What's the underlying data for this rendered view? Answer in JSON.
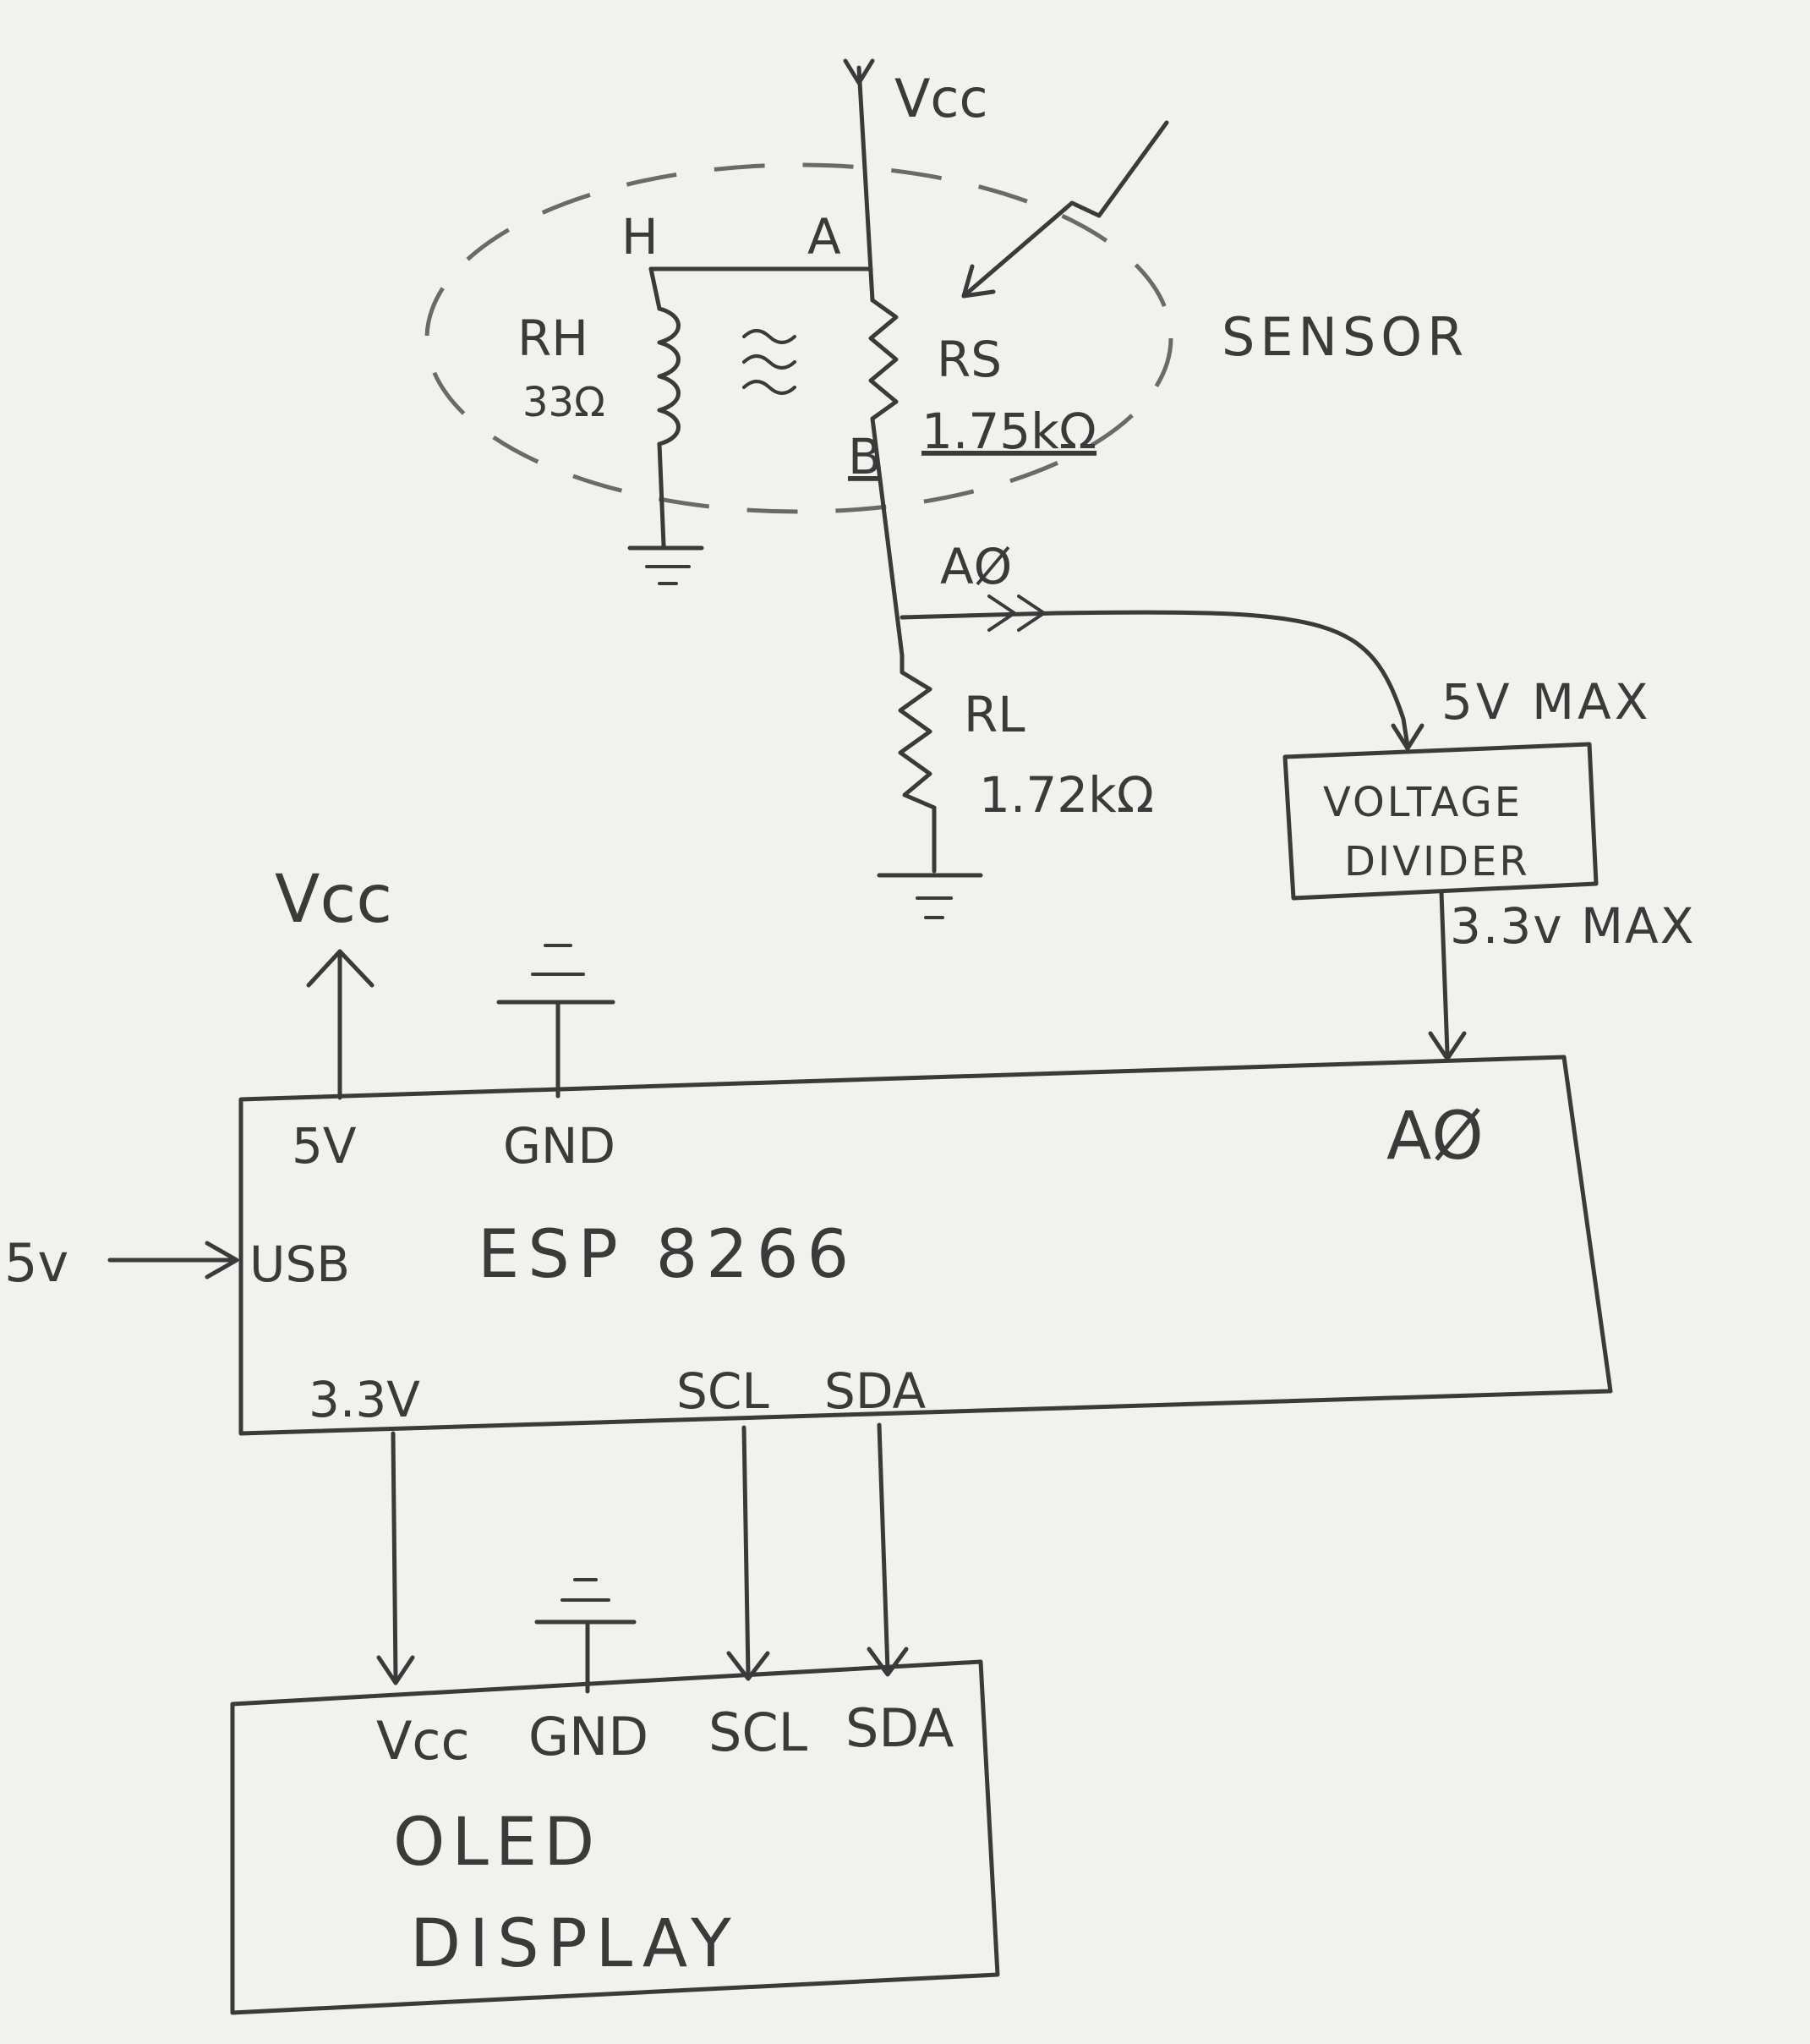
{
  "sensor": {
    "vcc_label": "Vcc",
    "node_h": "H",
    "node_a": "A",
    "node_b": "B",
    "rh_label": "RH",
    "rh_value": "33Ω",
    "rs_label": "RS",
    "rs_value": "1.75kΩ",
    "label": "SENSOR"
  },
  "signal": {
    "a0_label": "AØ",
    "max_in": "5V MAX",
    "max_out": "3.3v MAX"
  },
  "load": {
    "rl_label": "RL",
    "rl_value": "1.72kΩ"
  },
  "divider": {
    "line1": "VOLTAGE",
    "line2": "DIVIDER"
  },
  "esp": {
    "vcc_label": "Vcc",
    "pin_5v": "5V",
    "pin_gnd": "GND",
    "pin_a0": "AØ",
    "pin_usb": "USB",
    "name": "ESP 8266",
    "usb_in": "5v",
    "pin_33v": "3.3V",
    "pin_scl": "SCL",
    "pin_sda": "SDA"
  },
  "oled": {
    "pin_vcc": "Vcc",
    "pin_gnd": "GND",
    "pin_scl": "SCL",
    "pin_sda": "SDA",
    "line1": "OLED",
    "line2": "DISPLAY"
  },
  "colors": {
    "paper": "#f1f1ee",
    "ink": "#3a3a3a"
  }
}
